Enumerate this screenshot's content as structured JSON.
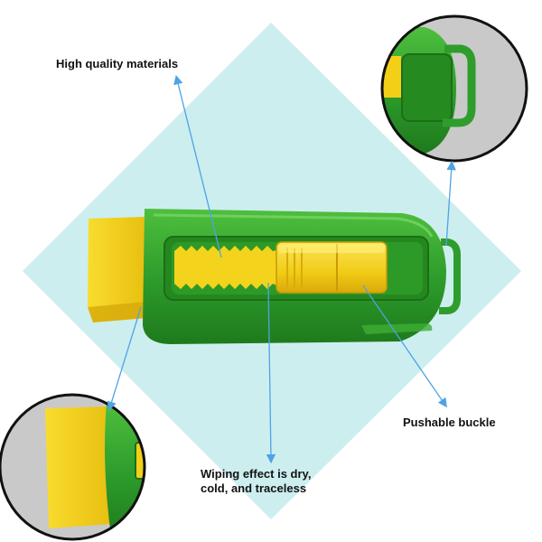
{
  "labels": {
    "materials": "High quality materials",
    "buckle": "Pushable buckle",
    "wiping_line1": "Wiping effect is dry,",
    "wiping_line2": "cold, and traceless"
  },
  "colors": {
    "diamond": "#cdeeef",
    "body_green": "#2e9d2c",
    "dark_green": "#1f7f1e",
    "light_green": "#55b845",
    "eraser_yellow": "#f6d21a",
    "eraser_shade": "#e0b60d",
    "arrow_blue": "#4da3e6",
    "inset_gray": "#c9c9c9"
  }
}
